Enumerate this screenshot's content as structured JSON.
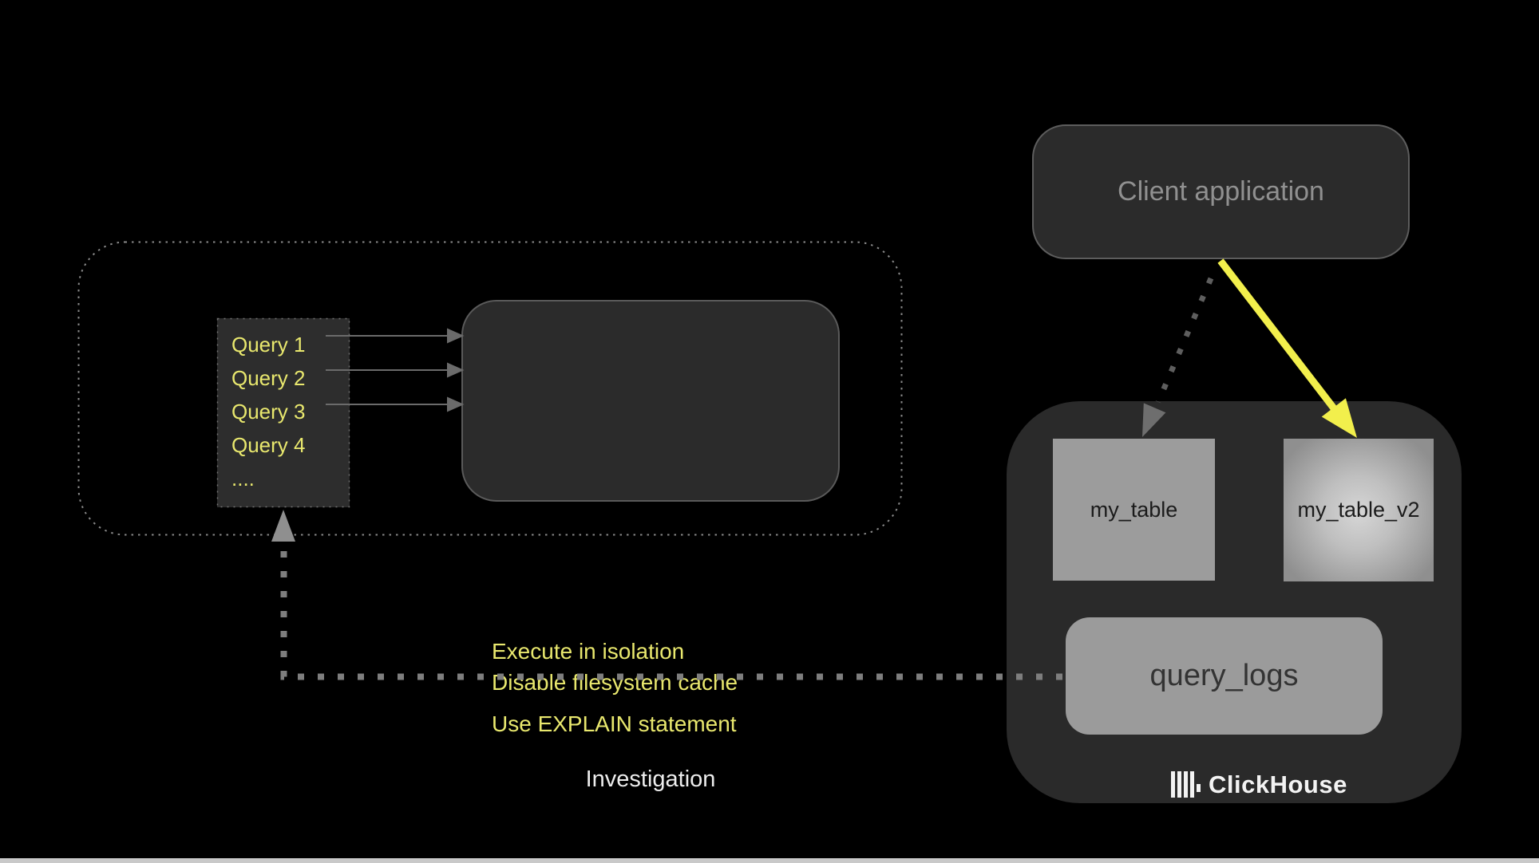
{
  "diagram": {
    "client_box": {
      "label": "Client application"
    },
    "investigation_zone": {
      "queries": [
        "Query 1",
        "Query 2",
        "Query 3",
        "Query 4",
        "...."
      ],
      "tips": [
        "Execute in isolation",
        "Disable filesystem cache",
        "Use EXPLAIN statement"
      ],
      "investigation_label": "Investigation"
    },
    "clickhouse": {
      "table_1": "my_table",
      "table_2": "my_table_v2",
      "logs_table": "query_logs",
      "brand": "ClickHouse"
    },
    "colors": {
      "background": "#000000",
      "panel_gray": "#2b2b2b",
      "box_gray": "#9c9c9c",
      "text_yellow": "#e9e86e",
      "arrow_yellow": "#f2ef4c",
      "muted_text": "#909090",
      "dotted_gray": "#8a8a8a"
    }
  }
}
